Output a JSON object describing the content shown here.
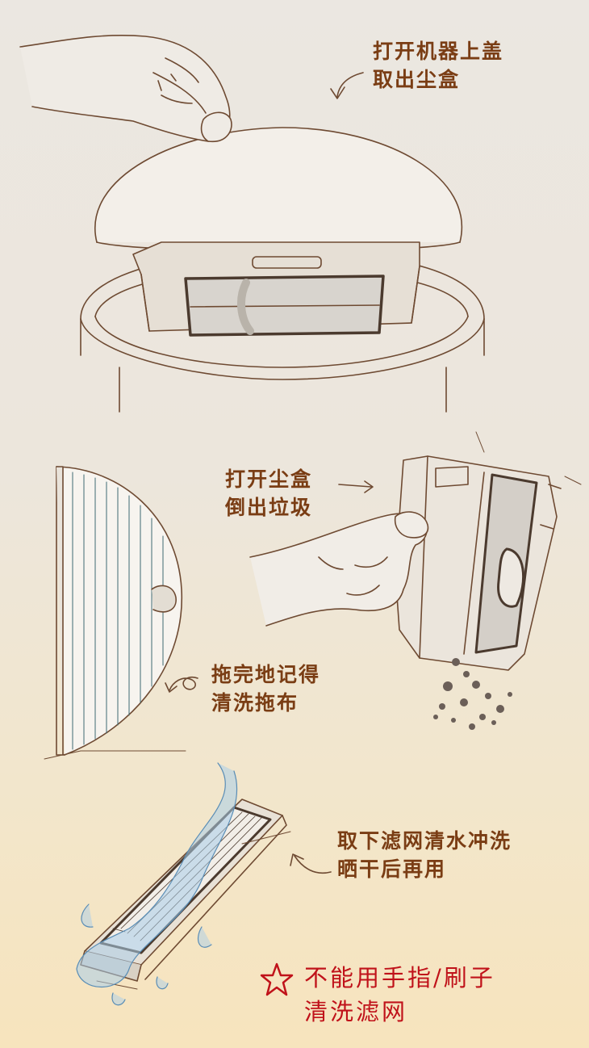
{
  "steps": [
    {
      "line1": "打开机器上盖",
      "line2": "取出尘盒"
    },
    {
      "line1": "打开尘盒",
      "line2": "倒出垃圾"
    },
    {
      "line1": "拖完地记得",
      "line2": "清洗拖布"
    },
    {
      "line1": "取下滤网清水冲洗",
      "line2": "晒干后再用"
    }
  ],
  "warning": {
    "line1": "不能用手指/刷子",
    "line2": "清洗滤网"
  },
  "colors": {
    "caption": "#7a3d14",
    "warning": "#c0121a",
    "sketch": "#6e4a32"
  }
}
